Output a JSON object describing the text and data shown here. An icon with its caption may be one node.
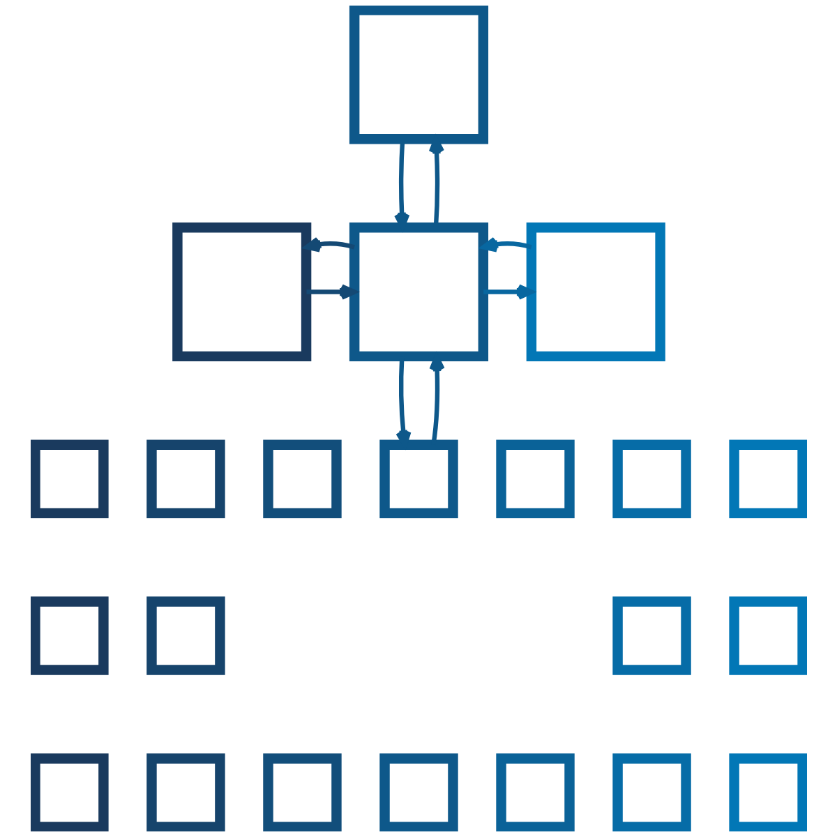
{
  "diagram": {
    "nodes": [
      {
        "text": [],
        "shape": "box"
      },
      {
        "text": [],
        "shape": "box"
      },
      {
        "text": [],
        "shape": "box"
      },
      {
        "text": [],
        "shape": "box"
      },
      {
        "text": [],
        "shape": "box"
      },
      {
        "text": [],
        "shape": "box"
      },
      {
        "text": [],
        "shape": "box"
      },
      {
        "text": [],
        "shape": "box"
      },
      {
        "text": [],
        "shape": "box"
      },
      {
        "text": [],
        "shape": "box"
      },
      {
        "text": [],
        "shape": "box"
      },
      {
        "text": [],
        "shape": "box"
      },
      {
        "text": [],
        "shape": "box"
      },
      {
        "text": [],
        "shape": "box"
      },
      {
        "text": [],
        "shape": "box"
      },
      {
        "text": [],
        "shape": "box"
      },
      {
        "text": [],
        "shape": "box"
      },
      {
        "text": [],
        "shape": "box"
      },
      {
        "text": [],
        "shape": "box"
      },
      {
        "text": [],
        "shape": "box"
      },
      {
        "text": [],
        "shape": "box"
      },
      {
        "text": [],
        "shape": "box"
      }
    ],
    "edges": [
      {
        "from": 2,
        "to": 0,
        "arrow": "to"
      },
      {
        "from": 0,
        "to": 2,
        "arrow": "to"
      },
      {
        "from": 1,
        "to": 2,
        "arrow": "to"
      },
      {
        "from": 2,
        "to": 1,
        "arrow": "to"
      },
      {
        "from": 2,
        "to": 3,
        "arrow": "to"
      },
      {
        "from": 3,
        "to": 2,
        "arrow": "to"
      },
      {
        "from": 7,
        "to": 2,
        "arrow": "to"
      },
      {
        "from": 2,
        "to": 7,
        "arrow": "to"
      }
    ]
  }
}
